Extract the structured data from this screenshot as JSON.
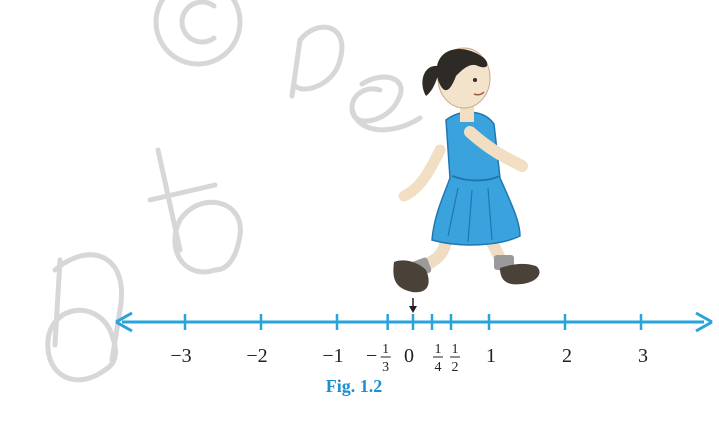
{
  "number_line": {
    "ticks": [
      {
        "label": "−3",
        "value": -3
      },
      {
        "label": "−2",
        "value": -2
      },
      {
        "label": "−1",
        "value": -1
      },
      {
        "label": "0",
        "value": 0
      },
      {
        "label": "1",
        "value": 1
      },
      {
        "label": "2",
        "value": 2
      },
      {
        "label": "3",
        "value": 3
      }
    ],
    "fractions": [
      {
        "sign": "−",
        "num": "1",
        "den": "3",
        "value": -0.3333
      },
      {
        "sign": "",
        "num": "1",
        "den": "4",
        "value": 0.25
      },
      {
        "sign": "",
        "num": "1",
        "den": "2",
        "value": 0.5
      }
    ],
    "marker_value": 0,
    "color": "#29a3dc"
  },
  "caption": "Fig. 1.2",
  "caption_color": "#1d8fd0",
  "watermark_text": "© not to be re"
}
